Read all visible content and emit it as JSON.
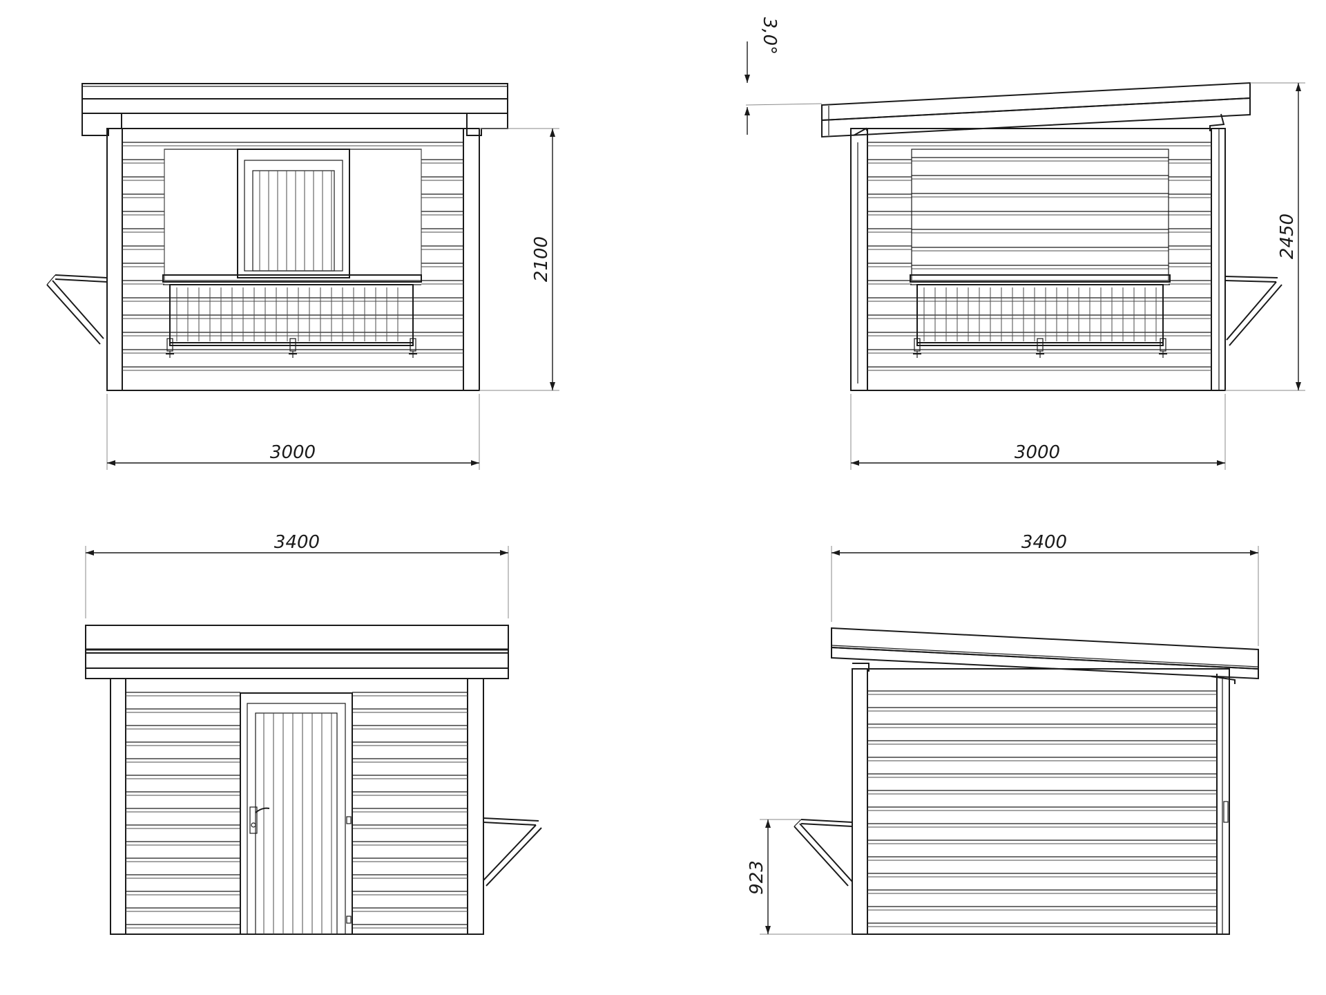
{
  "dimensions": {
    "front_width": "3000",
    "front_height": "2100",
    "roof_angle": "3,0°",
    "side_width": "3000",
    "total_height": "2450",
    "back_width": "3400",
    "right_width": "3400",
    "counter_height": "923"
  }
}
